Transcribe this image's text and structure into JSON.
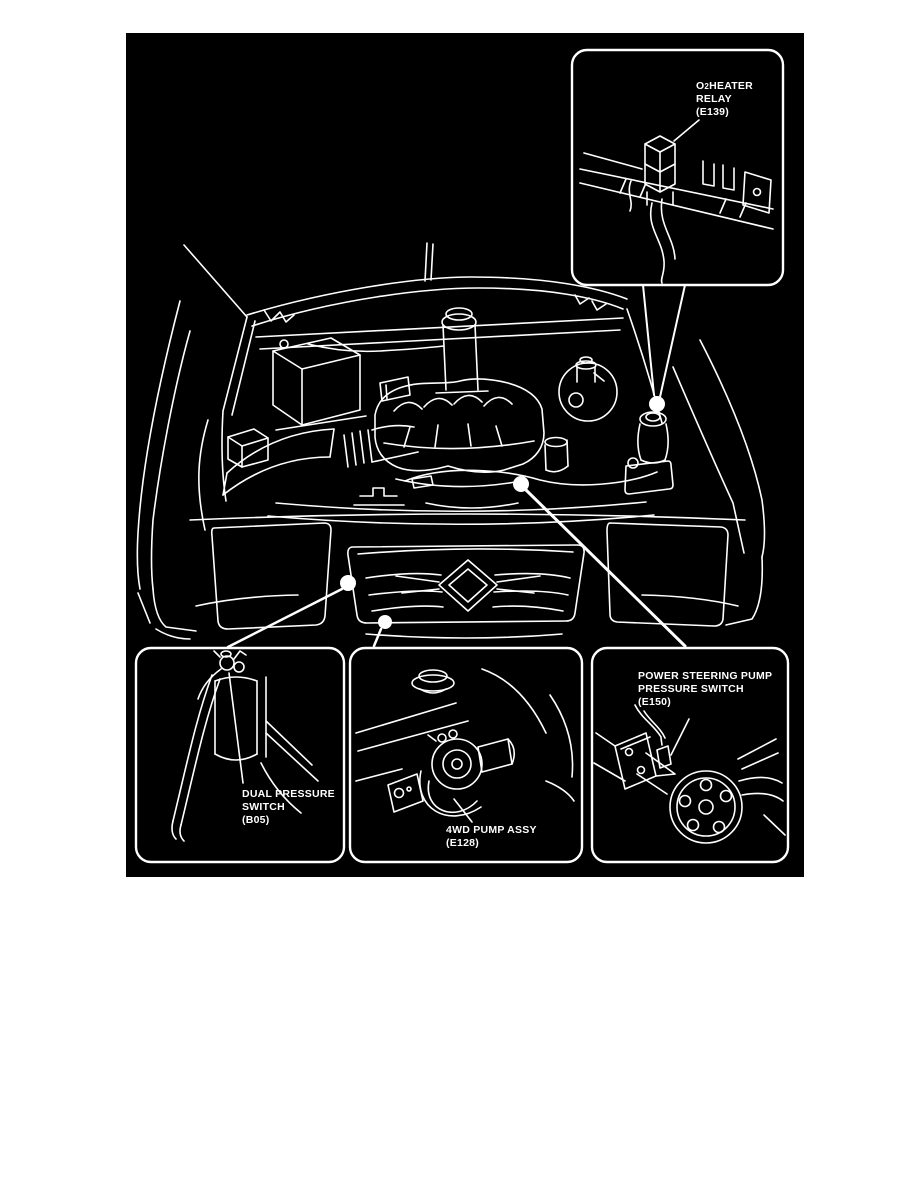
{
  "figure": {
    "type": "engine-compartment-component-location-diagram",
    "colors": {
      "background": "#000000",
      "line_art": "#ffffff",
      "page": "#ffffff"
    },
    "vehicle_view": "front view, hood open, engine compartment",
    "callouts": [
      {
        "id": "o2-heater-relay",
        "lines": [
          "O2HEATER",
          "RELAY",
          "(E139)"
        ],
        "line1_parts": [
          "O",
          "2",
          "HEATER"
        ],
        "component_code": "E139",
        "box_position": "top-right"
      },
      {
        "id": "dual-pressure-switch",
        "lines": [
          "DUAL PRESSURE",
          "SWITCH",
          "(B05)"
        ],
        "component_code": "B05",
        "box_position": "bottom-left"
      },
      {
        "id": "4wd-pump-assy",
        "lines": [
          "4WD PUMP ASSY",
          "(E128)"
        ],
        "component_code": "E128",
        "box_position": "bottom-center"
      },
      {
        "id": "power-steering-pump-pressure-switch",
        "lines": [
          "POWER STEERING PUMP",
          "PRESSURE SWITCH",
          "(E150)"
        ],
        "component_code": "E150",
        "box_position": "bottom-right"
      }
    ]
  }
}
